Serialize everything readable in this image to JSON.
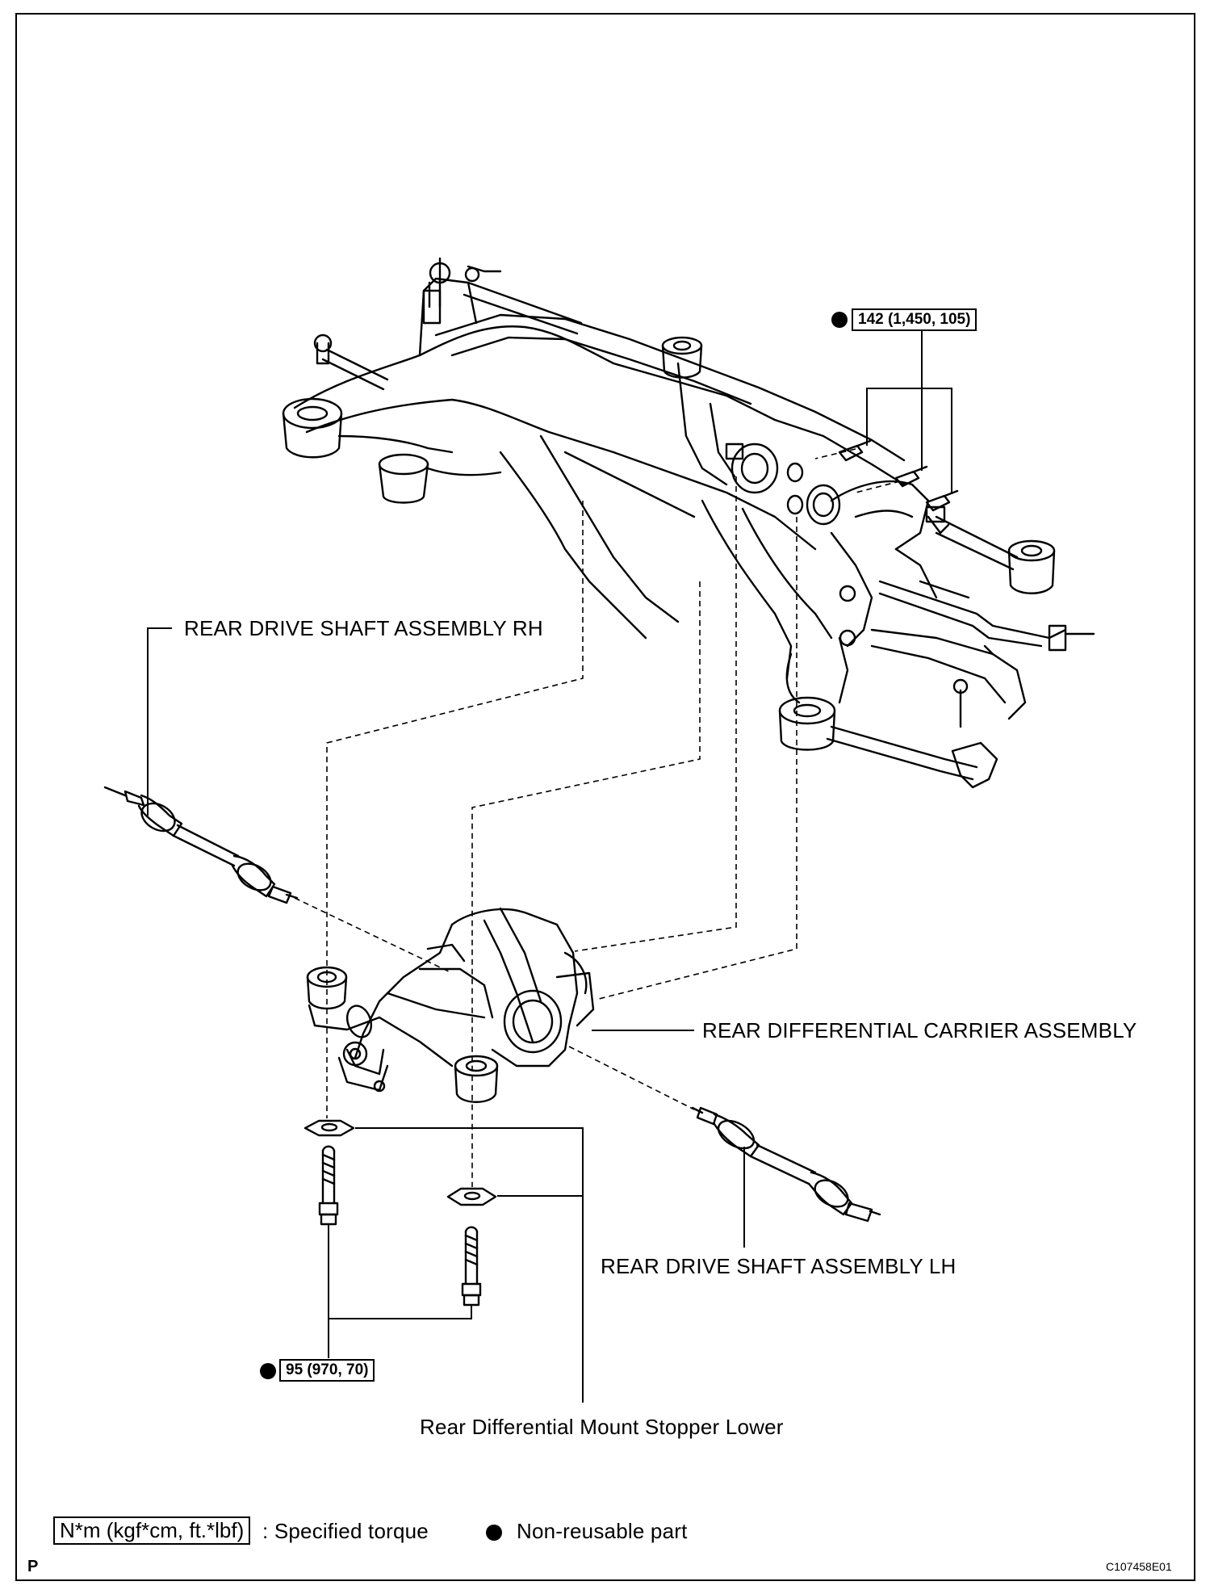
{
  "labels": {
    "rear_drive_shaft_rh": "REAR DRIVE SHAFT ASSEMBLY RH",
    "rear_differential_carrier": "REAR DIFFERENTIAL CARRIER ASSEMBLY",
    "rear_drive_shaft_lh": "REAR DRIVE SHAFT ASSEMBLY LH",
    "mount_stopper_lower": "Rear Differential Mount Stopper Lower"
  },
  "torques": {
    "upper": "142 (1,450, 105)",
    "lower": "95 (970, 70)"
  },
  "legend": {
    "torque_unit": "N*m (kgf*cm, ft.*lbf)",
    "torque_desc": ": Specified torque",
    "nonreusable_desc": "Non-reusable part"
  },
  "footer": {
    "page_mark": "P",
    "figure_code": "C107458E01"
  }
}
